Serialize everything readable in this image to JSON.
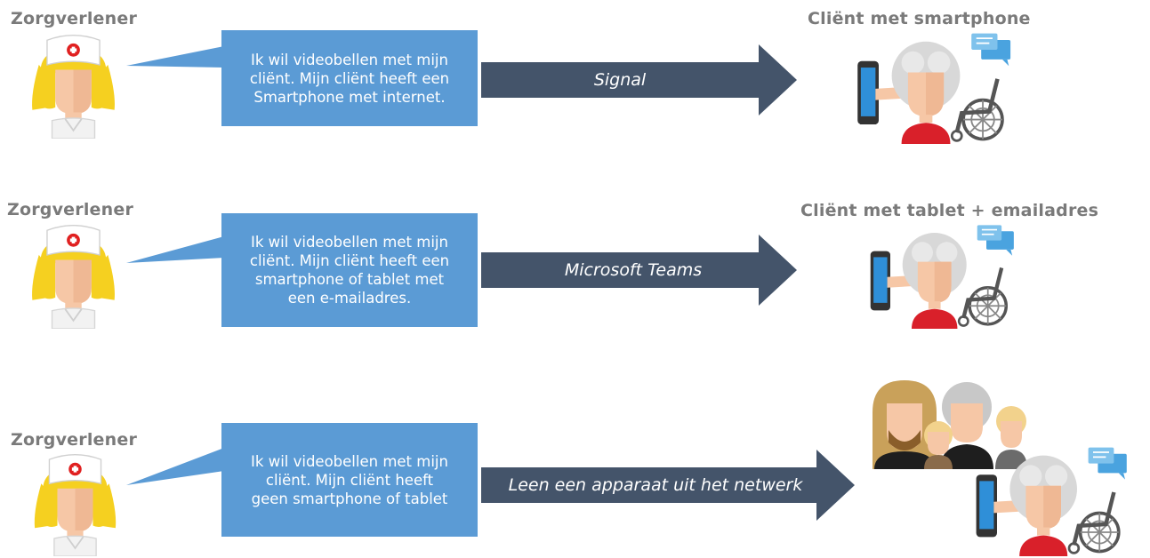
{
  "rows": [
    {
      "nurse_label": "Zorgverlener",
      "bubble_lines": [
        "Ik wil videobellen met mijn",
        "cliënt. Mijn cliënt heeft een",
        "Smartphone met internet."
      ],
      "arrow_label": "Signal",
      "client_label": "Cliënt met smartphone"
    },
    {
      "nurse_label": "Zorgverlener",
      "bubble_lines": [
        "Ik wil videobellen met mijn",
        "cliënt. Mijn cliënt heeft een",
        "smartphone of tablet met",
        "een e-mailadres."
      ],
      "arrow_label": "Microsoft Teams",
      "client_label": "Cliënt met tablet + emailadres"
    },
    {
      "nurse_label": "Zorgverlener",
      "bubble_lines": [
        "Ik wil videobellen met mijn",
        "cliënt. Mijn cliënt heeft",
        "geen smartphone of tablet"
      ],
      "arrow_label": "Leen een apparaat uit het netwerk",
      "client_label": ""
    }
  ],
  "colors": {
    "bubble": "#5b9bd5",
    "arrow": "#44546a",
    "label_gray": "#7a7a7a",
    "nurse_hair": "#f5d020",
    "skin": "#f6c7a6",
    "client_shirt": "#d9202a",
    "tablet": "#333333",
    "tablet_screen": "#2f8fd8",
    "chat_icon": "#4aa3df"
  },
  "icons": [
    "nurse-icon",
    "client-icon",
    "tablet-icon",
    "wheelchair-icon",
    "chat-bubble-icon",
    "family-icon"
  ]
}
